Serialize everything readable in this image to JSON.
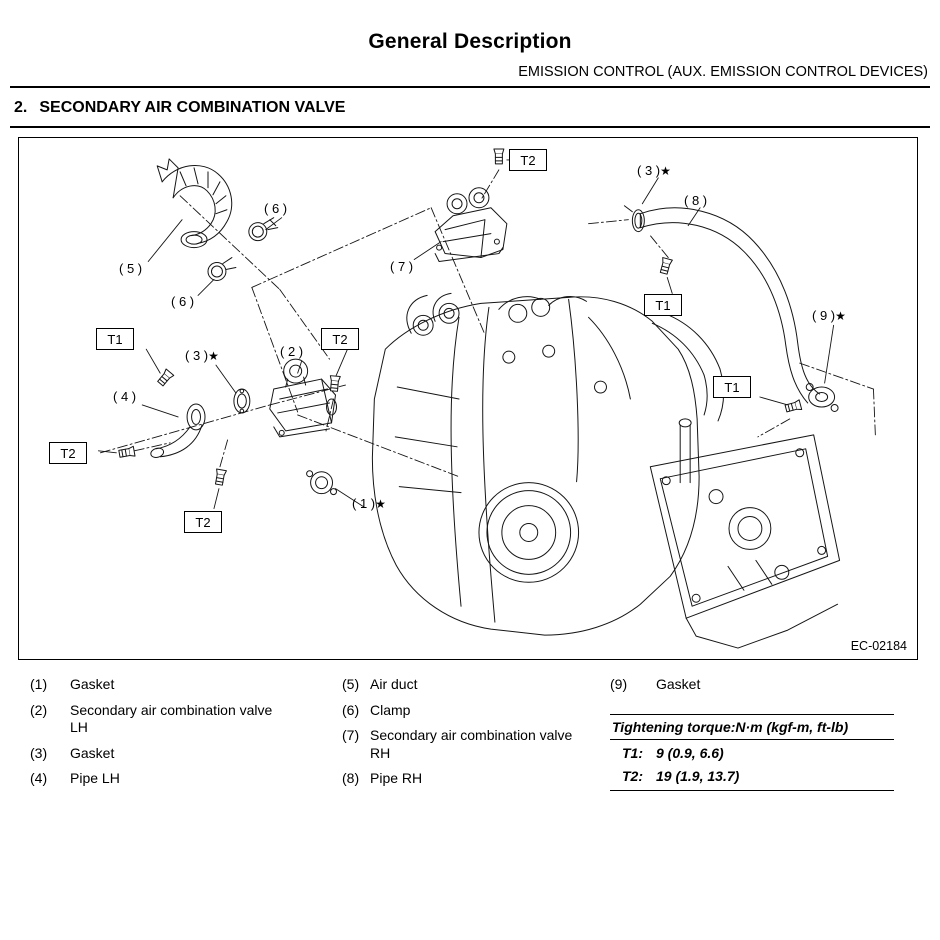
{
  "page": {
    "title": "General Description",
    "subtitle": "EMISSION CONTROL (AUX. EMISSION CONTROL DEVICES)",
    "section_number": "2.",
    "section_name": "SECONDARY AIR COMBINATION VALVE"
  },
  "figure": {
    "code": "EC-02184",
    "torque_boxes": [
      {
        "label": "T2"
      },
      {
        "label": "T1"
      },
      {
        "label": "T1"
      },
      {
        "label": "T2"
      },
      {
        "label": "T1"
      },
      {
        "label": "T2"
      },
      {
        "label": "T2"
      }
    ],
    "callouts": [
      {
        "text": "( 3 )",
        "star": "★"
      },
      {
        "text": "( 8 )",
        "star": ""
      },
      {
        "text": "( 6 )",
        "star": ""
      },
      {
        "text": "( 5 )",
        "star": ""
      },
      {
        "text": "( 6 )",
        "star": ""
      },
      {
        "text": "( 7 )",
        "star": ""
      },
      {
        "text": "( 9 )",
        "star": "★"
      },
      {
        "text": "( 3 )",
        "star": "★"
      },
      {
        "text": "( 2 )",
        "star": ""
      },
      {
        "text": "( 4 )",
        "star": ""
      },
      {
        "text": "( 1 )",
        "star": "★"
      }
    ]
  },
  "legend": {
    "columns": [
      {
        "items": [
          {
            "num": "(1)",
            "label": "Gasket"
          },
          {
            "num": "(2)",
            "label": "Secondary air combination valve LH"
          },
          {
            "num": "(3)",
            "label": "Gasket"
          },
          {
            "num": "(4)",
            "label": "Pipe LH"
          }
        ]
      },
      {
        "items": [
          {
            "num": "(5)",
            "label": "Air duct"
          },
          {
            "num": "(6)",
            "label": "Clamp"
          },
          {
            "num": "(7)",
            "label": "Secondary air combination valve RH"
          },
          {
            "num": "(8)",
            "label": "Pipe RH"
          }
        ]
      },
      {
        "items": [
          {
            "num": "(9)",
            "label": "Gasket"
          }
        ]
      }
    ]
  },
  "torque_table": {
    "title": "Tightening torque:N·m (kgf-m, ft-lb)",
    "rows": [
      {
        "label": "T1:",
        "value": "9 (0.9, 6.6)"
      },
      {
        "label": "T2:",
        "value": "19 (1.9, 13.7)"
      }
    ]
  }
}
